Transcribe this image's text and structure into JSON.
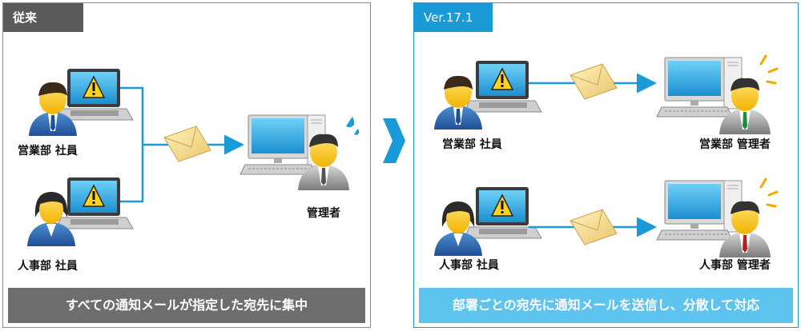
{
  "left_panel": {
    "tag": "従来",
    "employee_sales": "営業部 社員",
    "employee_hr": "人事部 社員",
    "admin": "管理者",
    "footer": "すべての通知メールが指定した宛先に集中"
  },
  "right_panel": {
    "tag": "Ver.17.1",
    "employee_sales": "営業部 社員",
    "employee_hr": "人事部 社員",
    "admin_sales": "営業部 管理者",
    "admin_hr": "人事部 管理者",
    "footer": "部署ごとの宛先に通知メールを送信し、分散して対応"
  },
  "colors": {
    "accent": "#1a9ad6",
    "neutral_tag": "#5a5a5a",
    "footer_left": "#6e6e6e",
    "footer_right": "#5cc4ee"
  }
}
